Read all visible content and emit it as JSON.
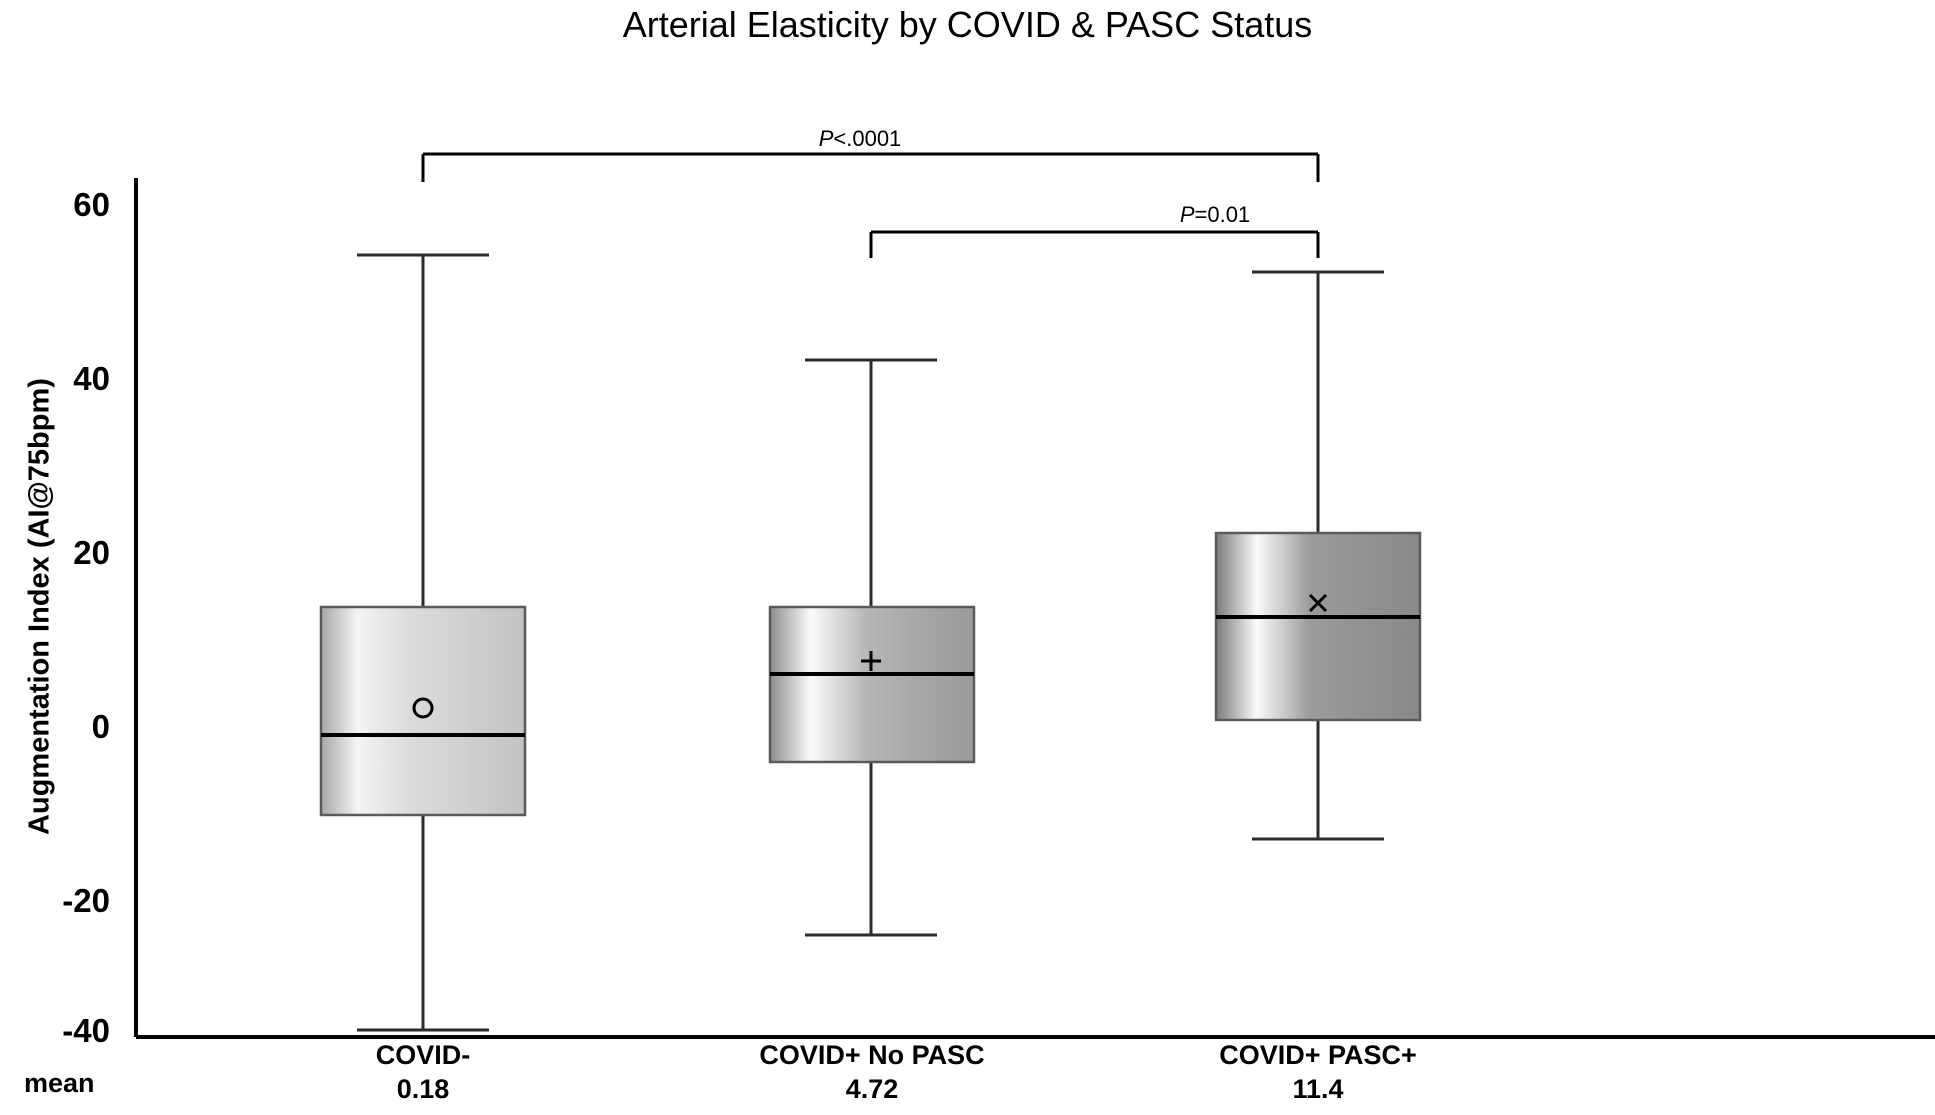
{
  "chart_data": {
    "type": "box",
    "title": "Arterial Elasticity by COVID & PASC Status",
    "xlabel": "",
    "ylabel": "Augmentation Index (AI@75bpm)",
    "ylim": [
      -40,
      66
    ],
    "yticks": [
      60,
      40,
      20,
      0,
      -20,
      -40
    ],
    "ytick_labels": [
      "60",
      "40",
      "20",
      "0",
      "-20",
      "-40"
    ],
    "grid": false,
    "legend": null,
    "row_header": "mean",
    "categories": [
      "COVID-",
      "COVID+ No PASC",
      "COVID+ PASC+"
    ],
    "mean_labels": [
      "0.18",
      "4.72",
      "11.4"
    ],
    "boxes": [
      {
        "category": "COVID-",
        "whisker_low": -37,
        "q1": -12,
        "median": -3,
        "q3": 11.8,
        "whisker_high": 48,
        "mean": 0.18,
        "mean_label": "0.18",
        "mean_marker": "circle-marker",
        "fill_dark": "#a6a6a6",
        "fill_light": "#f2f2f2"
      },
      {
        "category": "COVID+ No PASC",
        "whisker_low": -26,
        "q1": -6,
        "median": 4,
        "q3": 11.8,
        "whisker_high": 36,
        "mean": 4.72,
        "mean_label": "4.72",
        "mean_marker": "plus-marker",
        "fill_dark": "#959595",
        "fill_light": "#fbfbfb"
      },
      {
        "category": "COVID+ PASC+",
        "whisker_low": -15,
        "q1": -1.3,
        "median": 10.5,
        "q3": 20.3,
        "whisker_high": 46,
        "mean": 11.4,
        "mean_label": "11.4",
        "mean_marker": "cross-marker",
        "fill_dark": "#828282",
        "fill_light": "#fafafa"
      }
    ],
    "annotations": [
      {
        "id": "pvalue-covid-neg-vs-pasc-pos",
        "text_prefix": "P",
        "text": "P<.0001",
        "text_rest": "<.0001",
        "from": "COVID-",
        "to": "COVID+ PASC+",
        "bracket_y_value": 60.5
      },
      {
        "id": "pvalue-no-pasc-vs-pasc-pos",
        "text_prefix": "P",
        "text": "P=0.01",
        "text_rest": "=0.01",
        "from": "COVID+ No PASC",
        "to": "COVID+ PASC+",
        "bracket_y_value": 50.5
      }
    ],
    "colors": {
      "axis": "#000000",
      "box_outline": "#3f3f3f",
      "whisker": "#2b2b2b",
      "median": "#000000",
      "background": "#ffffff"
    }
  }
}
